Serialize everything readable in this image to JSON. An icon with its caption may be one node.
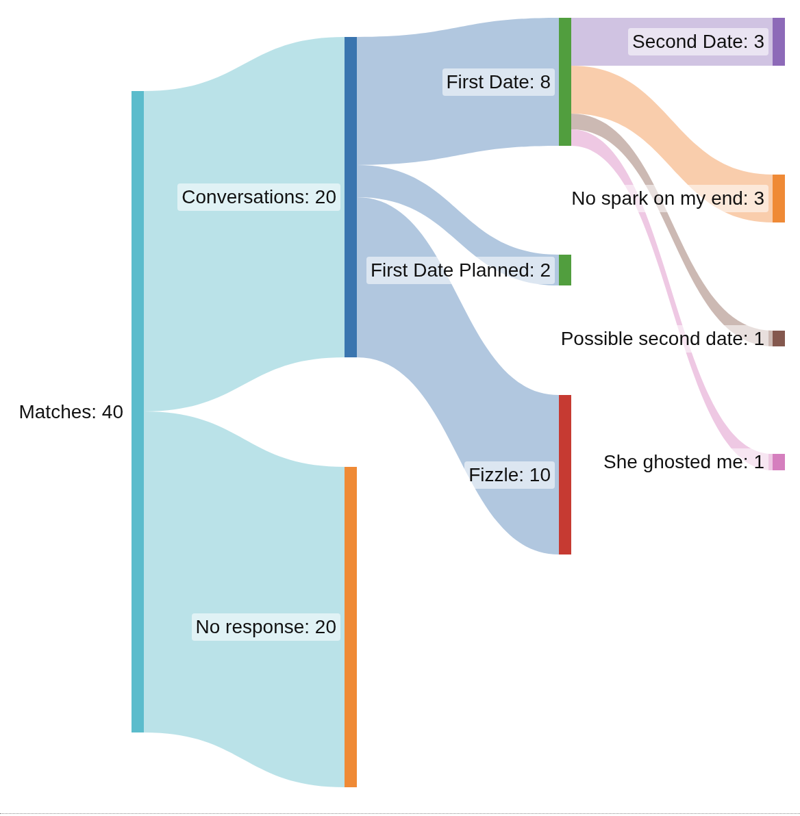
{
  "diagram": {
    "nodes": [
      {
        "text": [
          "Matches: 40"
        ]
      },
      {
        "text": [
          "Conversations: 20"
        ]
      },
      {
        "text": [
          "No response: 20"
        ]
      },
      {
        "text": [
          "First Date: 8"
        ]
      },
      {
        "text": [
          "First Date Planned: 2"
        ]
      },
      {
        "text": [
          "Fizzle: 10"
        ]
      },
      {
        "text": [
          "Second Date: 3"
        ]
      },
      {
        "text": [
          "No spark on my end: 3"
        ]
      },
      {
        "text": [
          "Possible second date: 1"
        ]
      },
      {
        "text": [
          "She ghosted me: 1"
        ]
      }
    ],
    "edges": [
      {
        "from": 0,
        "to": 1,
        "arrow": "none",
        "color": "#b3dfe6"
      },
      {
        "from": 0,
        "to": 2,
        "arrow": "none",
        "color": "#b3dfe6"
      },
      {
        "from": 1,
        "to": 3,
        "arrow": "none",
        "color": "#a8c1db"
      },
      {
        "from": 1,
        "to": 4,
        "arrow": "none",
        "color": "#a8c1db"
      },
      {
        "from": 1,
        "to": 5,
        "arrow": "none",
        "color": "#a8c1db"
      },
      {
        "from": 3,
        "to": 6,
        "arrow": "none",
        "color": "#cbbcdf"
      },
      {
        "from": 3,
        "to": 7,
        "arrow": "none",
        "color": "#f8c8a3"
      },
      {
        "from": 3,
        "to": 8,
        "arrow": "none",
        "color": "#c6b1ab"
      },
      {
        "from": 3,
        "to": 9,
        "arrow": "none",
        "color": "#ecc2e0"
      }
    ]
  }
}
